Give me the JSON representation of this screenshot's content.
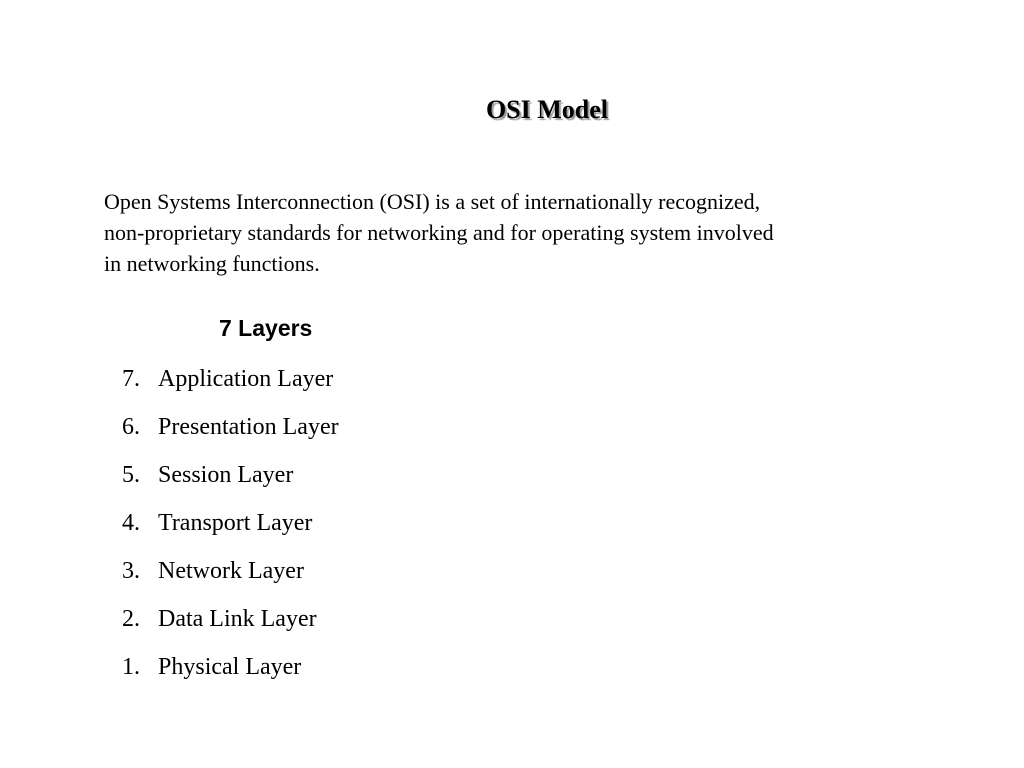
{
  "slide": {
    "title": "OSI Model",
    "intro_lines": [
      "Open Systems Interconnection (OSI) is a set of internationally recognized,",
      "non-proprietary standards for networking and for operating system involved",
      "in networking functions."
    ],
    "layers_heading": "7 Layers",
    "layers": [
      {
        "number": "7.",
        "name": "Application Layer"
      },
      {
        "number": "6.",
        "name": "Presentation Layer"
      },
      {
        "number": "5.",
        "name": "Session Layer"
      },
      {
        "number": "4.",
        "name": "Transport Layer"
      },
      {
        "number": "3.",
        "name": "Network Layer"
      },
      {
        "number": "2.",
        "name": "Data Link Layer"
      },
      {
        "number": "1.",
        "name": "Physical Layer"
      }
    ]
  }
}
